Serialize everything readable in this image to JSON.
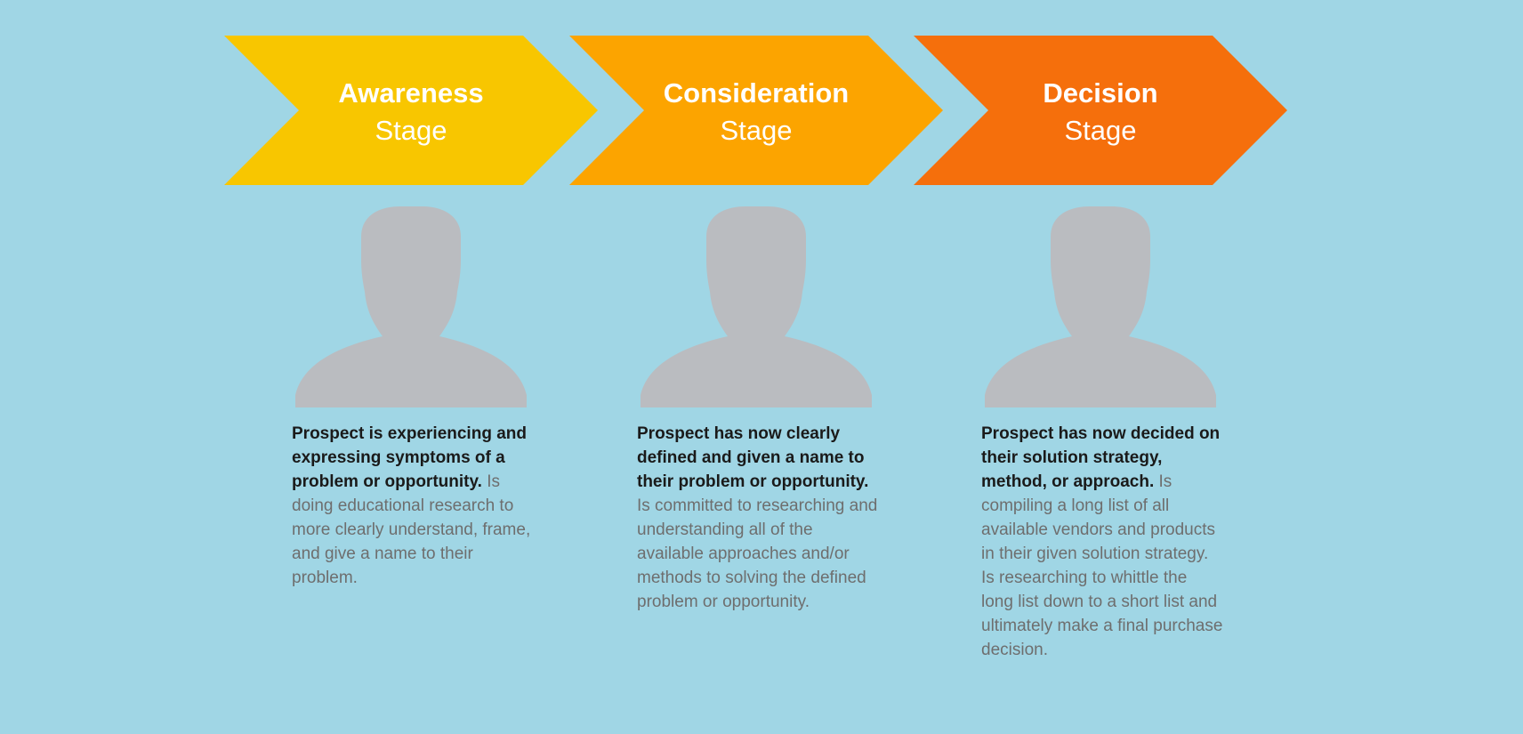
{
  "stages": [
    {
      "name": "Awareness",
      "sub": "Stage",
      "color": "#f8c600",
      "lead": "Prospect is experiencing and expressing symptoms of a problem or opportunity.",
      "rest": " Is doing educational research to more clearly understand, frame, and give a name to their problem."
    },
    {
      "name": "Consideration",
      "sub": "Stage",
      "color": "#fca400",
      "lead": "Prospect has now clearly defined and given a name to their problem or opportunity.",
      "rest": " Is committed to researching and understanding all of the available approaches and/or methods to solving the defined problem or opportunity."
    },
    {
      "name": "Decision",
      "sub": "Stage",
      "color": "#f56f0c",
      "lead": "Prospect has now decided on their solution strategy, method, or approach.",
      "rest": " Is compiling a long list of all available vendors and products in their given solution strategy. Is researching to whittle the long list down to a short list and ultimately make a final purchase decision."
    }
  ],
  "person_color": "#babcc0"
}
